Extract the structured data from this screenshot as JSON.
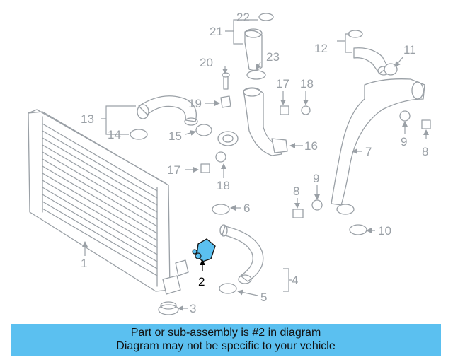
{
  "banner": {
    "line1": "Part or sub-assembly is #2 in diagram",
    "line2": "Diagram may not be specific to your vehicle"
  },
  "highlight_color": "#5bc0f0",
  "highlighted_part": "2",
  "callouts": {
    "c1": "1",
    "c2": "2",
    "c3": "3",
    "c4": "4",
    "c5": "5",
    "c6": "6",
    "c7": "7",
    "c8a": "8",
    "c8b": "8",
    "c9a": "9",
    "c9b": "9",
    "c10": "10",
    "c11": "11",
    "c12": "12",
    "c13": "13",
    "c14": "14",
    "c15": "15",
    "c16": "16",
    "c17a": "17",
    "c17b": "17",
    "c18a": "18",
    "c18b": "18",
    "c19": "19",
    "c20": "20",
    "c21": "21",
    "c22": "22",
    "c23": "23"
  }
}
